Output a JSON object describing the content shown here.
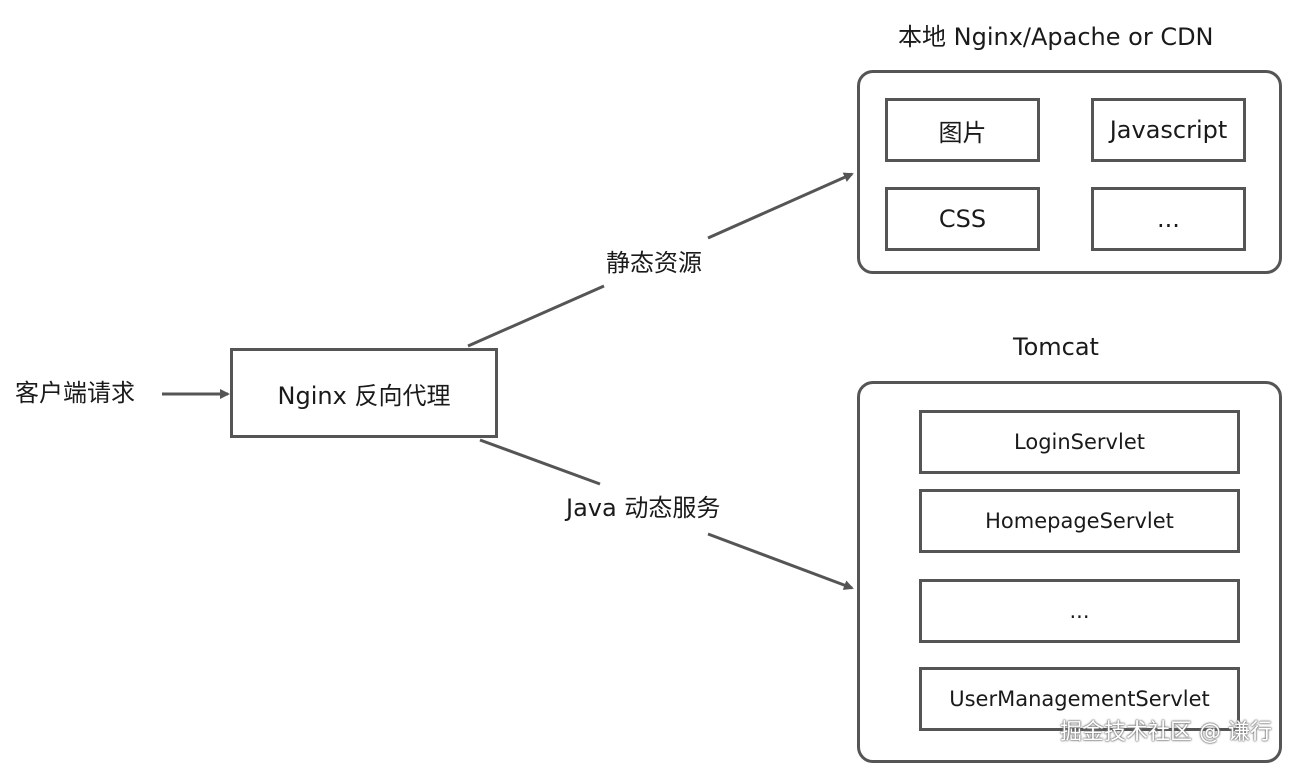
{
  "client_request": "客户端请求",
  "proxy": {
    "label": "Nginx 反向代理"
  },
  "edges": {
    "static_label": "静态资源",
    "dynamic_label": "Java 动态服务"
  },
  "static_group": {
    "title": "本地 Nginx/Apache or CDN",
    "items": [
      "图片",
      "Javascript",
      "CSS",
      "..."
    ]
  },
  "tomcat_group": {
    "title": "Tomcat",
    "items": [
      "LoginServlet",
      "HomepageServlet",
      "...",
      "UserManagementServlet"
    ]
  },
  "watermark": "掘金技术社区 @ 谦行",
  "colors": {
    "stroke": "#555555",
    "text": "#1a1a1a"
  }
}
